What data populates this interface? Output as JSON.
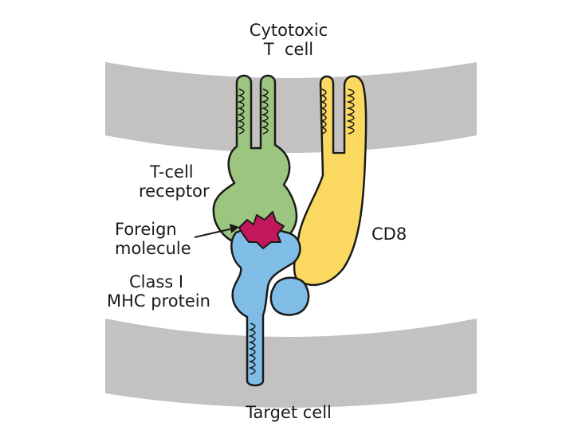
{
  "labels": {
    "cytotoxic_line1": "Cytotoxic",
    "cytotoxic_line2": "T  cell",
    "tcr_line1": "T-cell",
    "tcr_line2": "receptor",
    "foreign_line1": "Foreign",
    "foreign_line2": "molecule",
    "mhc_line1": "Class I",
    "mhc_line2": "MHC protein",
    "cd8": "CD8",
    "target": "Target cell"
  },
  "colors": {
    "membrane": "#c4c2c1",
    "tcr": "#9cc57f",
    "cd8": "#fbd961",
    "mhc": "#80bde6",
    "foreign": "#c2185b",
    "outline": "#1a1a1a"
  }
}
